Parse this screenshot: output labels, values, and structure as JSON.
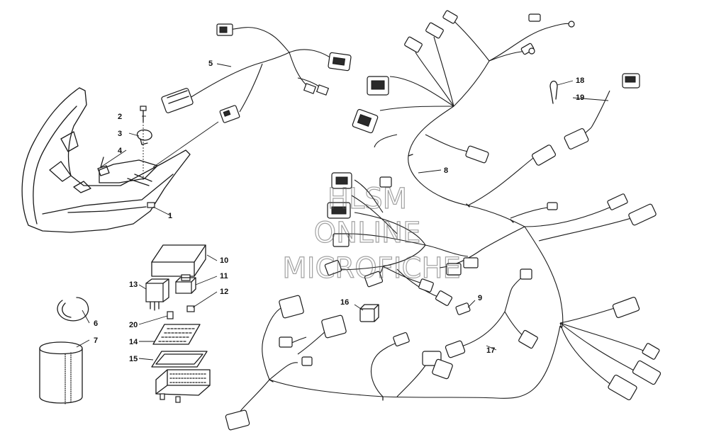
{
  "watermark": {
    "line1": "HLSM",
    "line2": "ONLINE",
    "line3": "MICROFICHE"
  },
  "callouts": [
    {
      "id": "c1",
      "label": "1"
    },
    {
      "id": "c2",
      "label": "2"
    },
    {
      "id": "c3",
      "label": "3"
    },
    {
      "id": "c4",
      "label": "4"
    },
    {
      "id": "c5",
      "label": "5"
    },
    {
      "id": "c6",
      "label": "6"
    },
    {
      "id": "c7",
      "label": "7"
    },
    {
      "id": "c8",
      "label": "8"
    },
    {
      "id": "c9",
      "label": "9"
    },
    {
      "id": "c10",
      "label": "10"
    },
    {
      "id": "c11",
      "label": "11"
    },
    {
      "id": "c12",
      "label": "12"
    },
    {
      "id": "c13",
      "label": "13"
    },
    {
      "id": "c14",
      "label": "14"
    },
    {
      "id": "c15",
      "label": "15"
    },
    {
      "id": "c16",
      "label": "16"
    },
    {
      "id": "c17",
      "label": "17"
    },
    {
      "id": "c18",
      "label": "18"
    },
    {
      "id": "c19",
      "label": "19"
    },
    {
      "id": "c20",
      "label": "20"
    }
  ],
  "colors": {
    "ink": "#1a1a1a",
    "watermark": "#555555"
  }
}
